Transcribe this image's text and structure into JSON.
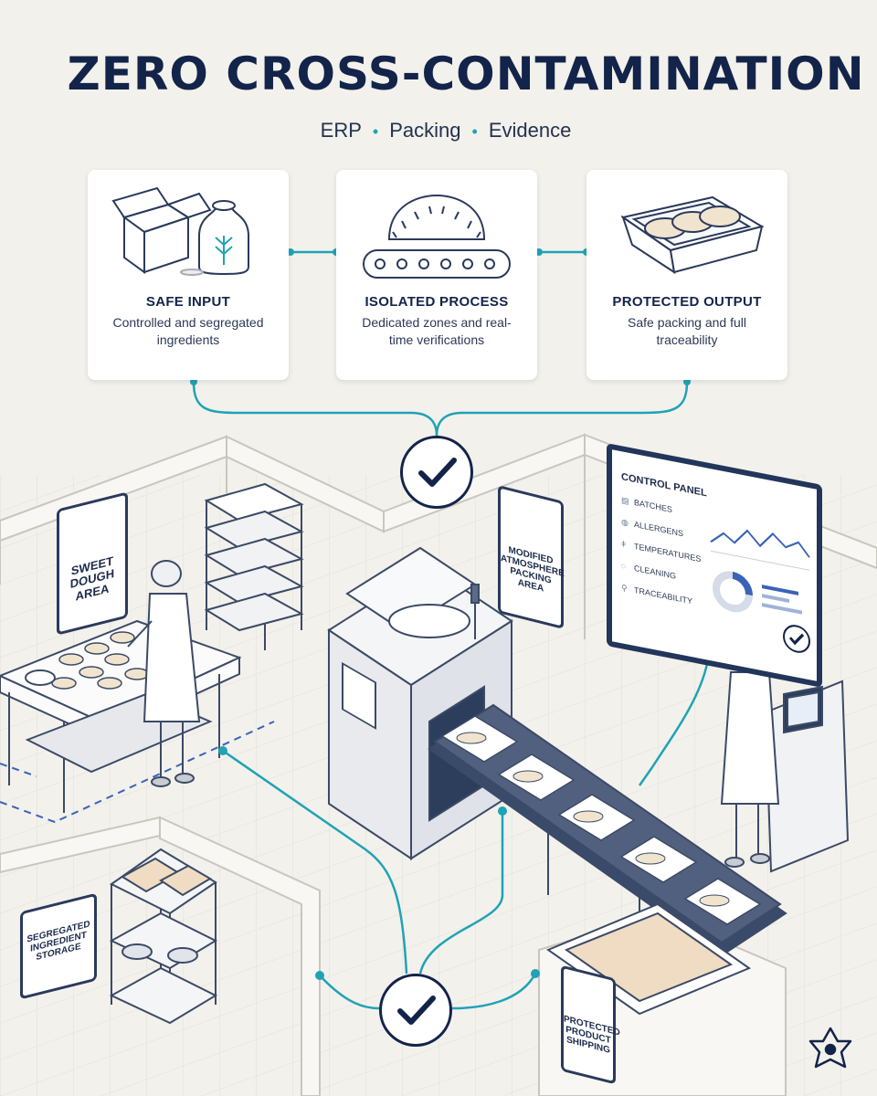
{
  "title": "ZERO CROSS-CONTAMINATION",
  "subtitle": [
    "ERP",
    "Packing",
    "Evidence"
  ],
  "cards": [
    {
      "title": "SAFE INPUT",
      "description": "Controlled and segregated ingredients",
      "icon": "box-and-flour-sack-icon"
    },
    {
      "title": "ISOLATED PROCESS",
      "description": "Dedicated zones and real-time verifications",
      "icon": "dumpling-on-conveyor-icon"
    },
    {
      "title": "PROTECTED OUTPUT",
      "description": "Safe packing and full traceability",
      "icon": "sealed-tray-icon"
    }
  ],
  "signs": {
    "dough": "SWEET DOUGH AREA",
    "map": "MODIFIED ATMOSPHERE PACKING AREA",
    "storage": "SEGREGATED INGREDIENT STORAGE",
    "shipping": "PROTECTED PRODUCT SHIPPING"
  },
  "control_panel": {
    "title": "CONTROL PANEL",
    "items": [
      "BATCHES",
      "ALLERGENS",
      "TEMPERATURES",
      "CLEANING",
      "TRACEABILITY"
    ]
  },
  "colors": {
    "accent": "#1fa3b5",
    "navy": "#13244a",
    "background": "#f3f1ec"
  }
}
